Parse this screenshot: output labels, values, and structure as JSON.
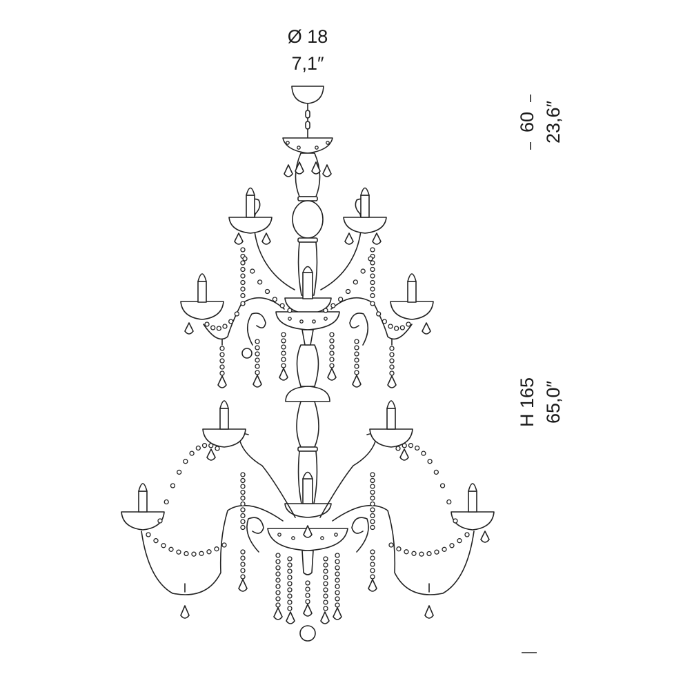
{
  "dimensions": {
    "diameter": {
      "metric": "Ø 18",
      "imperial": "7,1″"
    },
    "chain": {
      "metric": "60",
      "imperial": "23,6″"
    },
    "height": {
      "metric": "H 165",
      "imperial": "65,0″"
    }
  }
}
